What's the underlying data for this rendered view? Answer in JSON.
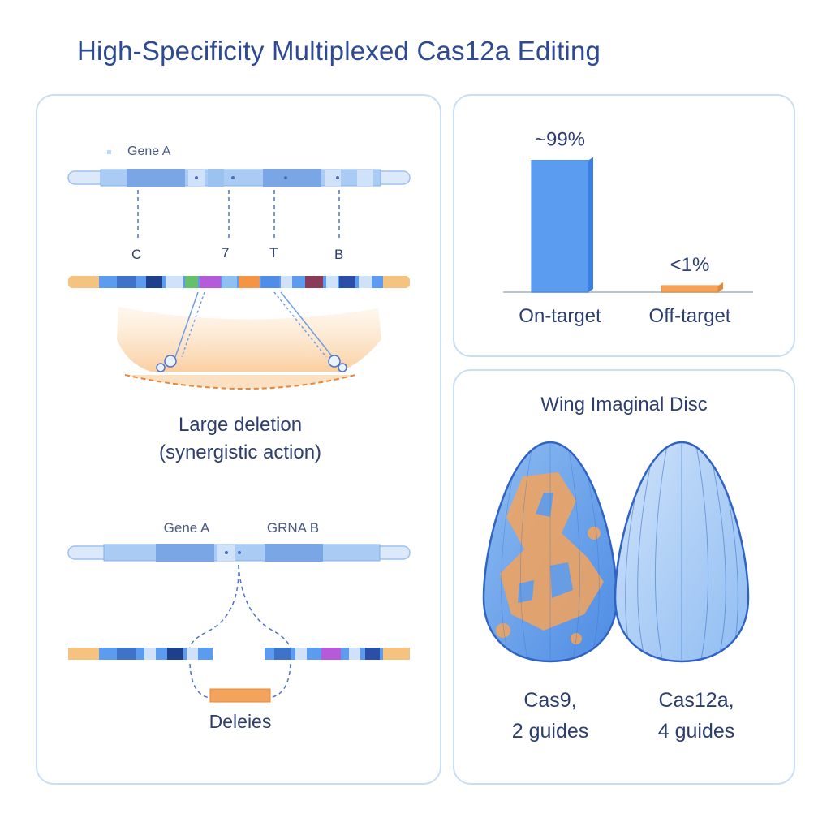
{
  "title": "High-Specificity Multiplexed Cas12a Editing",
  "left_panel": {
    "top_gene_label": "Gene A",
    "guide_labels": [
      "C",
      "7",
      "T",
      "B"
    ],
    "deletion_label_line1": "Large deletion",
    "deletion_label_line2": "(synergistic action)",
    "lower_gene_label": "Gene A",
    "lower_grna_label": "GRNA B",
    "deletion_result_label": "Deleies"
  },
  "chart": {
    "chart_data": {
      "type": "bar",
      "categories": [
        "On-target",
        "Off-target"
      ],
      "values": [
        99,
        1
      ],
      "data_labels": [
        "~99%",
        "<1%"
      ],
      "colors": [
        "#5b9cf0",
        "#f4a35a"
      ],
      "ylim": [
        0,
        100
      ]
    }
  },
  "disc_panel": {
    "title": "Wing Imaginal Disc",
    "disc_labels": [
      {
        "line1": "Cas9,",
        "line2": "2 guides"
      },
      {
        "line1": "Cas12a,",
        "line2": "4 guides"
      }
    ]
  },
  "colors": {
    "title": "#2d4a93",
    "blue": "#5b9cf0",
    "light_blue": "#bcd8f7",
    "orange": "#f4a35a",
    "panel_border": "#c9def2"
  }
}
